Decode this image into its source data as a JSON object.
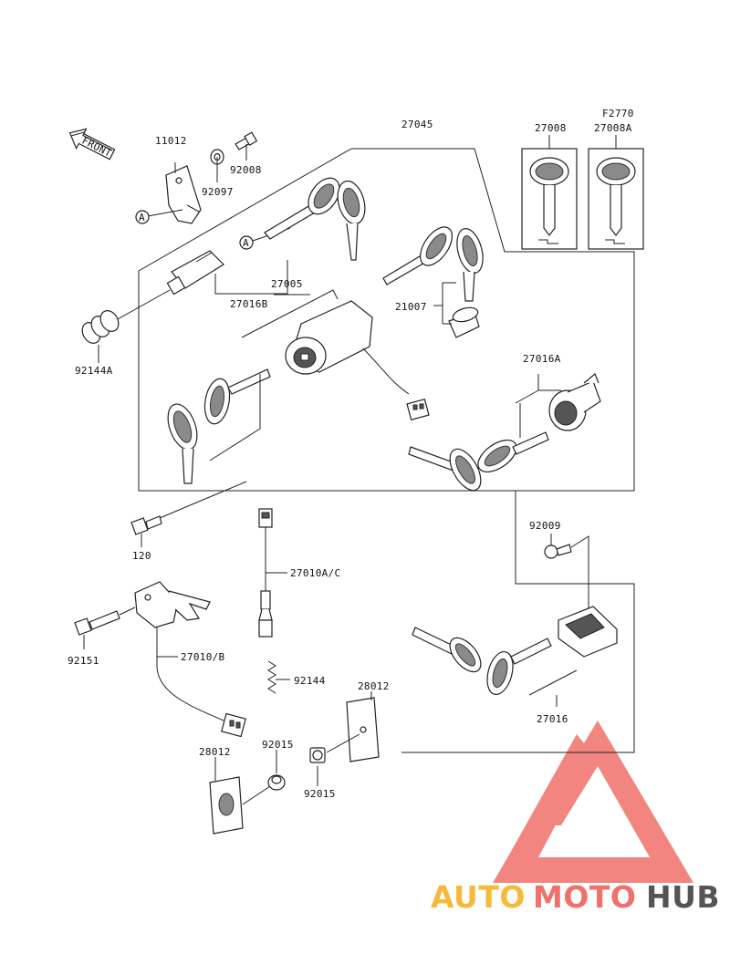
{
  "labels": {
    "front": "FRONT",
    "p27045": "27045",
    "f2770": "F2770",
    "p27008": "27008",
    "p27008a": "27008A",
    "p11012": "11012",
    "p92008": "92008",
    "p92097": "92097",
    "ref_a1": "A",
    "ref_a2": "A",
    "p27016b": "27016B",
    "p27005": "27005",
    "p21007": "21007",
    "p92144a": "92144A",
    "p27016a": "27016A",
    "p92009": "92009",
    "p120": "120",
    "p27010ac": "27010A/C",
    "p27010b": "27010/B",
    "p92151": "92151",
    "p92144": "92144",
    "p28012a": "28012",
    "p28012b": "28012",
    "p92015a": "92015",
    "p92015b": "92015",
    "p27016": "27016"
  },
  "watermark": {
    "part1": "AUTO",
    "part2": "MOTO",
    "part3": "HUB",
    "color1": "#f7b93c",
    "color2": "#f0706a",
    "color3": "#555555",
    "logo_color": "#f0706a"
  }
}
